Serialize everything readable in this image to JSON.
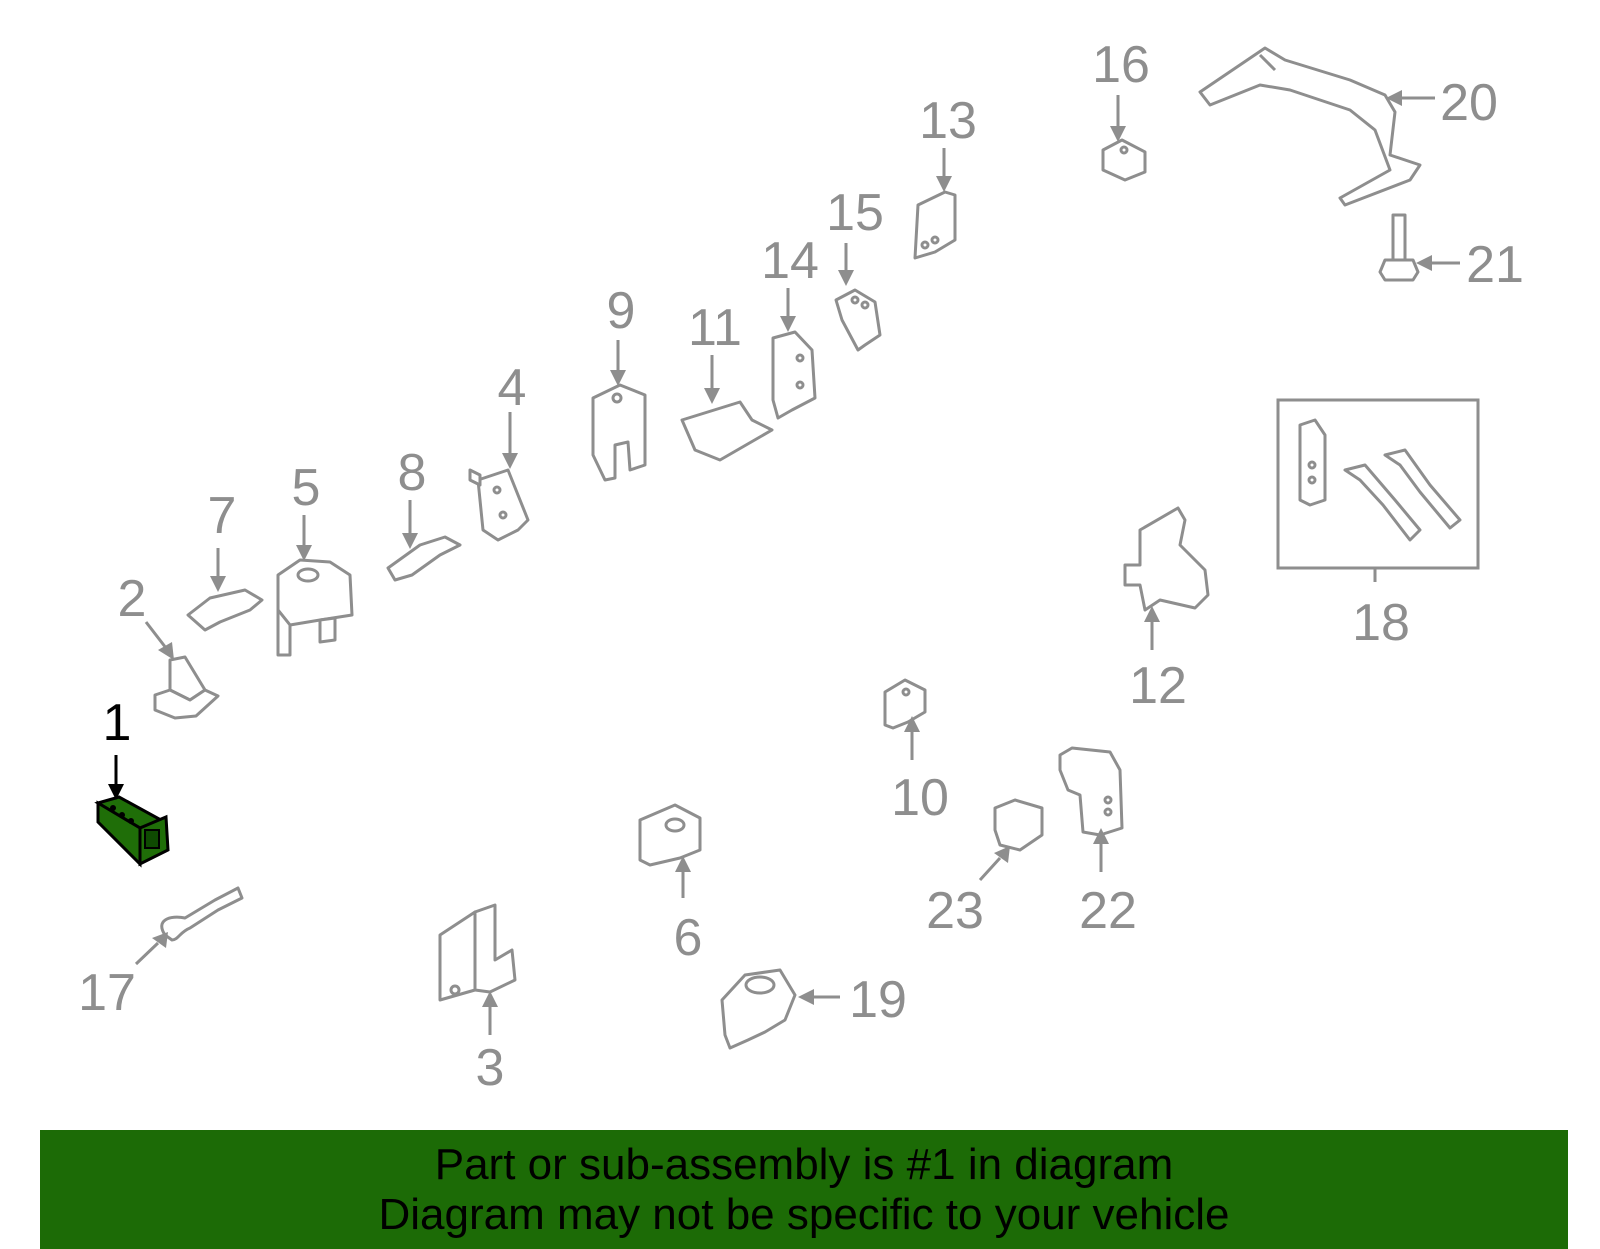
{
  "diagram": {
    "selected_part": "1",
    "part_labels": [
      "1",
      "2",
      "3",
      "4",
      "5",
      "6",
      "7",
      "8",
      "9",
      "10",
      "11",
      "12",
      "13",
      "14",
      "15",
      "16",
      "17",
      "18",
      "19",
      "20",
      "21",
      "22",
      "23"
    ]
  },
  "banner": {
    "line1": "Part or sub-assembly is #1 in diagram",
    "line2": "Diagram may not be specific to your vehicle"
  },
  "colors": {
    "banner_bg": "#1c6b06",
    "selected_part_fill": "#1f6e08",
    "part_stroke": "#8e8e8e",
    "label_gray": "#8e8e8e",
    "label_selected": "#000000"
  }
}
